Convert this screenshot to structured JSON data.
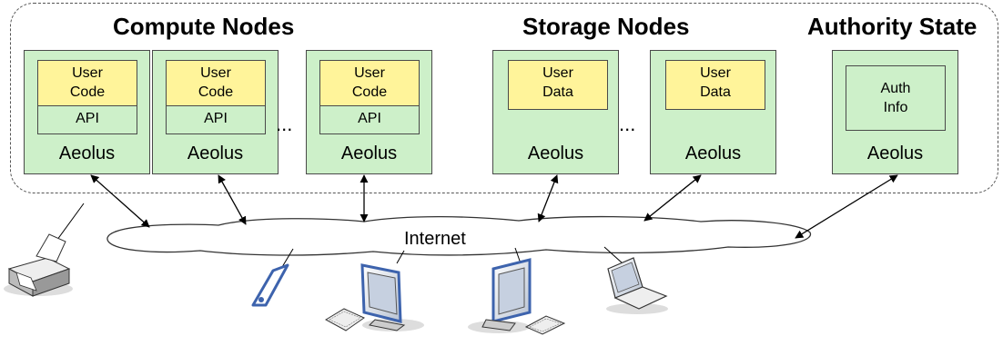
{
  "sections": {
    "compute": "Compute Nodes",
    "storage": "Storage Nodes",
    "authority": "Authority State"
  },
  "compute_nodes": [
    {
      "code_label": "User\nCode",
      "api_label": "API",
      "label": "Aeolus"
    },
    {
      "code_label": "User\nCode",
      "api_label": "API",
      "label": "Aeolus"
    },
    {
      "code_label": "User\nCode",
      "api_label": "API",
      "label": "Aeolus"
    }
  ],
  "storage_nodes": [
    {
      "data_label": "User\nData",
      "label": "Aeolus"
    },
    {
      "data_label": "User\nData",
      "label": "Aeolus"
    }
  ],
  "authority_node": {
    "info_label": "Auth\nInfo",
    "label": "Aeolus"
  },
  "ellipsis": "...",
  "network_label": "Internet",
  "colors": {
    "node_fill": "#cdf0c9",
    "code_fill": "#fff49a",
    "device_outline": "#3d63ad"
  },
  "devices": [
    "printer-icon",
    "phone-icon",
    "desktop-monitor-icon",
    "keyboard-icon",
    "desktop-monitor-icon",
    "keyboard-icon",
    "laptop-icon"
  ]
}
